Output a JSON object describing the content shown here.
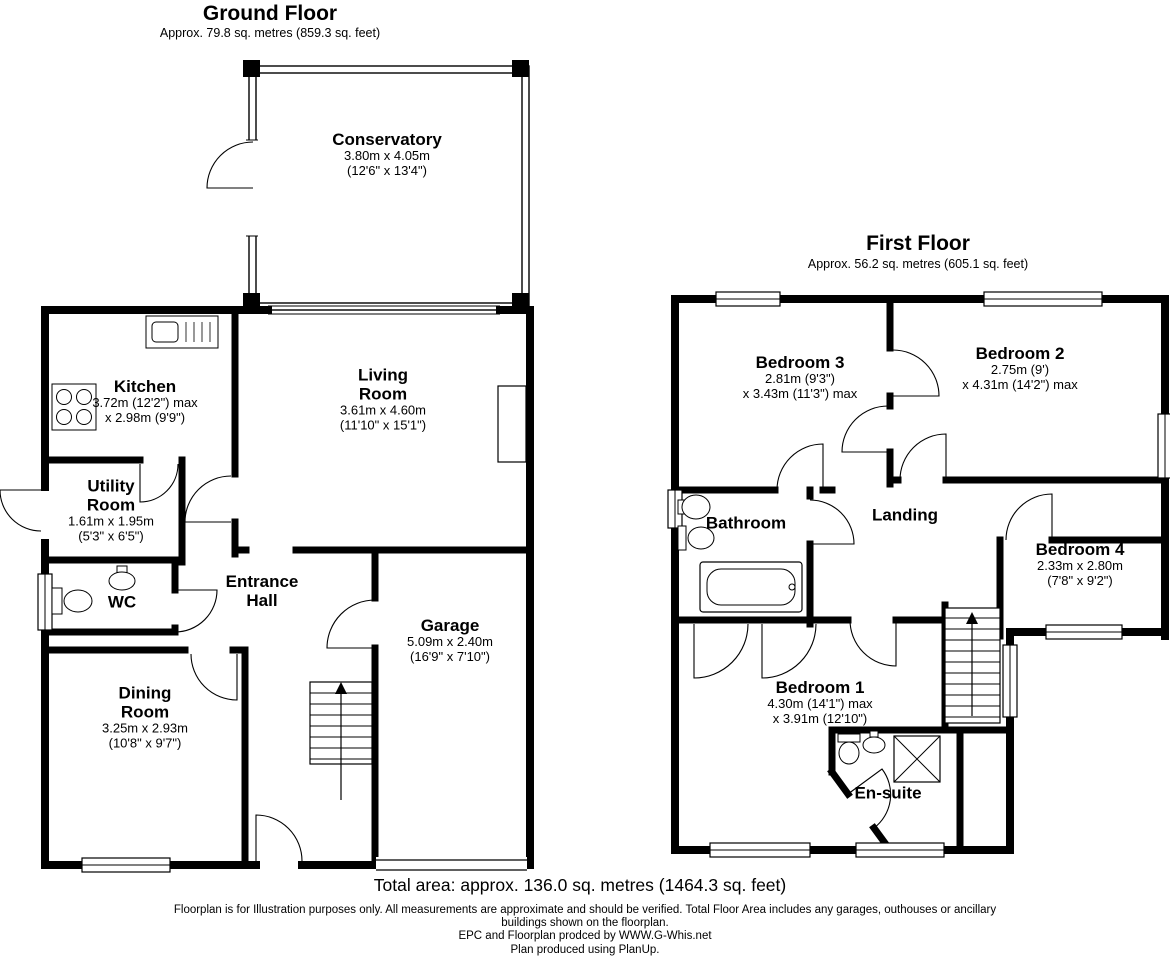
{
  "ground_floor": {
    "title": "Ground Floor",
    "area": "Approx. 79.8 sq. metres (859.3 sq. feet)",
    "rooms": {
      "conservatory": {
        "name": "Conservatory",
        "dim1": "3.80m x 4.05m",
        "dim2": "(12'6\" x 13'4\")"
      },
      "kitchen": {
        "name": "Kitchen",
        "dim1": "3.72m (12'2\") max",
        "dim2": "x 2.98m (9'9\")"
      },
      "living_room": {
        "name": "Living Room",
        "dim1": "3.61m x 4.60m",
        "dim2": "(11'10\" x 15'1\")"
      },
      "utility_room": {
        "name": "Utility Room",
        "dim1": "1.61m x 1.95m",
        "dim2": "(5'3\" x 6'5\")"
      },
      "wc": {
        "name": "WC"
      },
      "entrance_hall": {
        "name": "Entrance Hall"
      },
      "garage": {
        "name": "Garage",
        "dim1": "5.09m x 2.40m",
        "dim2": "(16'9\" x 7'10\")"
      },
      "dining_room": {
        "name": "Dining Room",
        "dim1": "3.25m x 2.93m",
        "dim2": "(10'8\" x 9'7\")"
      }
    }
  },
  "first_floor": {
    "title": "First Floor",
    "area": "Approx. 56.2 sq. metres (605.1 sq. feet)",
    "rooms": {
      "bedroom3": {
        "name": "Bedroom 3",
        "dim1": "2.81m (9'3\")",
        "dim2": "x 3.43m (11'3\") max"
      },
      "bedroom2": {
        "name": "Bedroom 2",
        "dim1": "2.75m (9')",
        "dim2": "x 4.31m (14'2\") max"
      },
      "bathroom": {
        "name": "Bathroom"
      },
      "landing": {
        "name": "Landing"
      },
      "bedroom4": {
        "name": "Bedroom 4",
        "dim1": "2.33m x 2.80m",
        "dim2": "(7'8\" x 9'2\")"
      },
      "bedroom1": {
        "name": "Bedroom 1",
        "dim1": "4.30m (14'1\") max",
        "dim2": "x 3.91m (12'10\")"
      },
      "ensuite": {
        "name": "En-suite"
      }
    }
  },
  "footer": {
    "total_area": "Total area: approx. 136.0 sq. metres (1464.3 sq. feet)",
    "disclaimer_line1": "Floorplan is for Illustration purposes only. All measurements are approximate and should be verified. Total Floor Area includes any garages, outhouses or ancillary",
    "disclaimer_line2": "buildings shown on the floorplan.",
    "credit1": "EPC and Floorplan prodced by WWW.G-Whis.net",
    "credit2": "Plan produced using PlanUp."
  },
  "colors": {
    "wall": "#000000",
    "background": "#ffffff"
  }
}
